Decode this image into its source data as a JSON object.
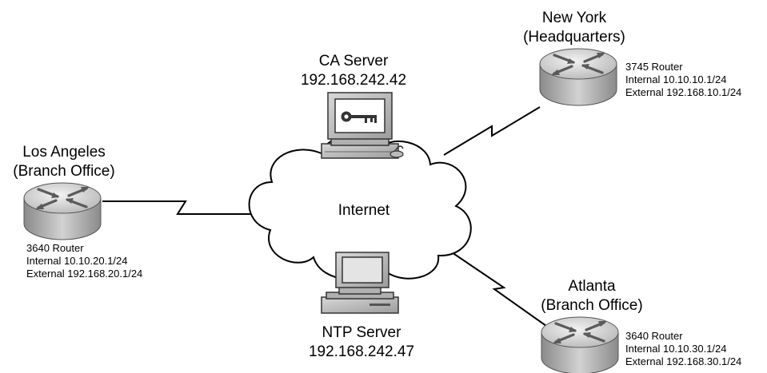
{
  "cloud": {
    "label": "Internet"
  },
  "ca_server": {
    "name": "CA Server",
    "ip": "192.168.242.42",
    "icon": "key-icon"
  },
  "ntp_server": {
    "name": "NTP Server",
    "ip": "192.168.242.47"
  },
  "los_angeles": {
    "city": "Los Angeles",
    "role": "(Branch Office)",
    "model": "3640 Router",
    "internal": "Internal 10.10.20.1/24",
    "external": "External 192.168.20.1/24"
  },
  "new_york": {
    "city": "New York",
    "role": "(Headquarters)",
    "model": "3745 Router",
    "internal": "Internal 10.10.10.1/24",
    "external": "External 192.168.10.1/24"
  },
  "atlanta": {
    "city": "Atlanta",
    "role": "(Branch Office)",
    "model": "3640 Router",
    "internal": "Internal 10.10.30.1/24",
    "external": "External 192.168.30.1/24"
  }
}
